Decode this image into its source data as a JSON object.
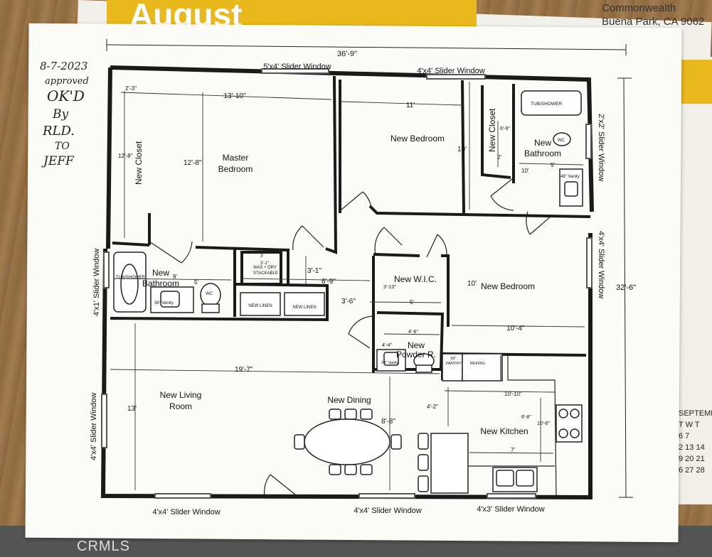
{
  "calendar": {
    "month": "August",
    "address_line1": "Commonwealth",
    "address_line2": "Buena Park, CA 9062",
    "side_month": "SEPTEMB",
    "side_days": [
      "T W T",
      "6 7",
      "2 13 14",
      "9 20 21",
      "6 27 28"
    ]
  },
  "note": {
    "lines": [
      "8-7-2023",
      "approved",
      "OK'D",
      "By",
      "RLD.",
      "TO",
      "JEFF"
    ]
  },
  "plan": {
    "overall_width": "36'-9\"",
    "overall_depth": "32'-6\"",
    "windows": {
      "top_left": "5'x4' Slider Window",
      "top_right": "4'x4' Slider Window",
      "right_upper": "2'x2' Slider Window",
      "right_mid": "4'x4' Slider Window",
      "left_upper": "4'x1' Slider Window",
      "left_lower": "4'x4' Slider Window",
      "bottom_left": "4'x4' Slider Window",
      "bottom_mid": "4'x4' Slider Window",
      "bottom_right": "4'x3' Slider Window"
    },
    "rooms": {
      "master_1": "Master",
      "master_2": "Bedroom",
      "new_closet": "New Closet",
      "bedroom_top": "New Bedroom",
      "closet_small": "New Closet",
      "bath_top_1": "New",
      "bath_top_2": "Bathroom",
      "bath_left_1": "New",
      "bath_left_2": "Bathroom",
      "wic": "New W.I.C.",
      "bedroom_mid": "New Bedroom",
      "powder_1": "New",
      "powder_2": "Powder R.",
      "living_1": "New Living",
      "living_2": "Room",
      "dining": "New Dining",
      "kitchen": "New Kitchen"
    },
    "fixtures": {
      "tub_top": "TUB/SHOWER",
      "tub_left": "TUB/SHOWER",
      "wc": "WC",
      "vanity_48": "48\" Vanity",
      "vanity_36": "36\" Vanity",
      "vanity_24": "24\" Vanity",
      "washer_1": "WAS + DRY",
      "washer_2": "STACKABLE",
      "linen_1": "NEW LINEN",
      "linen_2": "NEW LINEN",
      "pantry": "PANTRY",
      "refrig": "REFRIG.",
      "pantry_size": "18\""
    },
    "dims": {
      "d_2_3": "2'-3\"",
      "d_13_10": "13'-10\"",
      "d_11": "11'",
      "d_12_8a": "12'-8\"",
      "d_12_8b": "12'-8\"",
      "d_10a": "10'",
      "d_6_9": "6'-9\"",
      "d_2": "2'",
      "d_10b": "10'",
      "d_5a": "5'",
      "d_9": "9'",
      "d_5b": "5'",
      "d_3_1a": "3'-1\"",
      "d_3_1b": "3'-1\"",
      "d_6_9b": "6'-9\"",
      "d_3_6": "3'-6\"",
      "d_3_10": "3'-10\"",
      "d_5c": "5'",
      "d_10c": "10'",
      "d_10_4": "10'-4\"",
      "d_4_6": "4'-6\"",
      "d_4_4": "4'-4\"",
      "d_19_7": "19'-7\"",
      "d_13": "13'",
      "d_8_8": "8'-8\"",
      "d_4_2": "4'-2\"",
      "d_10_10": "10'-10\"",
      "d_6_8": "6'-8\"",
      "d_10_8": "10'-8\"",
      "d_7": "7'",
      "d_3a": "3'"
    }
  },
  "watermark": "CRMLS"
}
